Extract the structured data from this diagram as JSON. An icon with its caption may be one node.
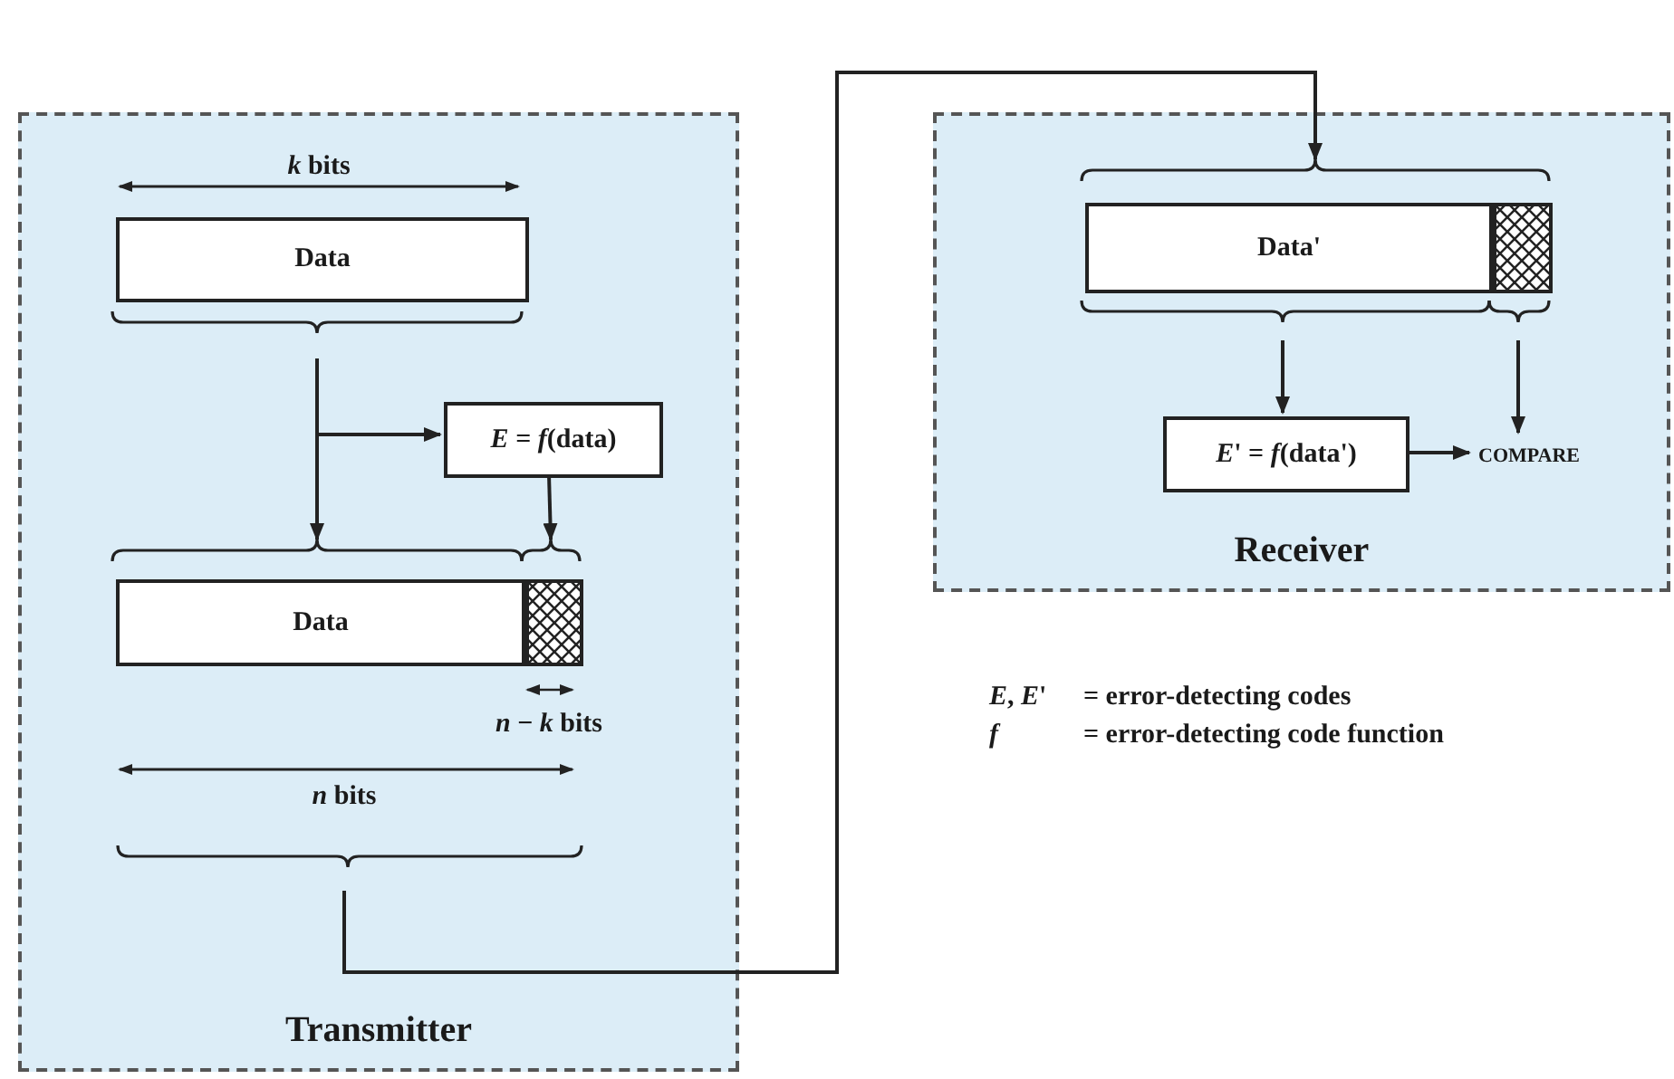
{
  "diagram": {
    "nodes": [
      {
        "text": [
          "Transmitter"
        ]
      },
      {
        "text": [
          "Data"
        ],
        "in": 0
      },
      {
        "text": [
          "*E* = *f*(data)"
        ],
        "in": 0
      },
      {
        "text": [
          "Data"
        ],
        "in": 0
      },
      {
        "text": [],
        "shape": "box",
        "in": 0
      },
      {
        "text": [
          "Receiver"
        ]
      },
      {
        "text": [
          "Data'"
        ],
        "in": 5
      },
      {
        "text": [],
        "shape": "box",
        "in": 5
      },
      {
        "text": [
          "*E*' = *f*(data')"
        ],
        "in": 5
      },
      {
        "text": [
          "COMPARE"
        ],
        "in": 5
      },
      {
        "text": [],
        "shape": "brace",
        "in": 0
      }
    ],
    "edges": [
      {
        "from": 1,
        "to": 3,
        "arrow": "to"
      },
      {
        "from": 1,
        "to": 2,
        "arrow": "to"
      },
      {
        "from": 2,
        "to": 4,
        "arrow": "to"
      },
      {
        "from": 10,
        "to": 6,
        "arrow": "to"
      },
      {
        "from": 6,
        "to": 8,
        "arrow": "to"
      },
      {
        "from": 7,
        "to": 9,
        "arrow": "to"
      },
      {
        "from": 8,
        "to": 9,
        "arrow": "to"
      }
    ],
    "labels": [
      "*k* bits",
      "*n* − *k* bits",
      "*n* bits",
      "*E*, *E*'",
      "= error-detecting codes",
      "*f*",
      "= error-detecting code function"
    ]
  }
}
